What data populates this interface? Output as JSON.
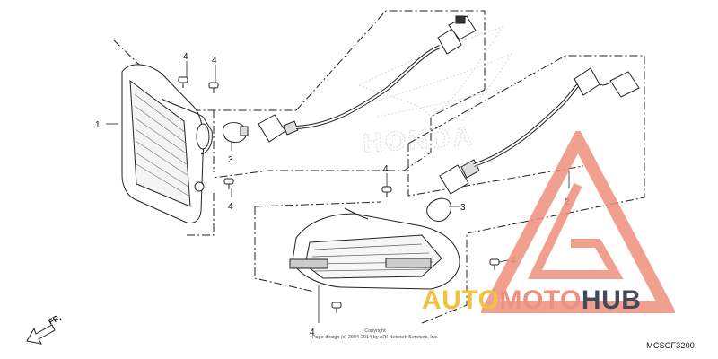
{
  "diagram": {
    "diagram_code": "MCSCF3200",
    "direction_label": "FR.",
    "copyright_lines": [
      "Copyright",
      "Page design (c) 2004-2014 by ARI Network Services, Inc."
    ],
    "background_brand_text": "HONDA",
    "callouts": [
      {
        "id": "1",
        "label": "1"
      },
      {
        "id": "2",
        "label": "2"
      },
      {
        "id": "3a",
        "label": "3"
      },
      {
        "id": "3b",
        "label": "3"
      },
      {
        "id": "4a",
        "label": "4"
      },
      {
        "id": "4b",
        "label": "4"
      },
      {
        "id": "4c",
        "label": "4"
      },
      {
        "id": "4d",
        "label": "4"
      },
      {
        "id": "4e",
        "label": "4"
      },
      {
        "id": "4f",
        "label": "4"
      }
    ]
  },
  "watermark": {
    "part1": "AUTO",
    "part2": "MOTO",
    "part3": "HUB",
    "colors": {
      "yellow": "#f2c23f",
      "salmon": "#ef8f7d",
      "dark": "#444a57",
      "triangle": "#ef8f7d"
    }
  }
}
